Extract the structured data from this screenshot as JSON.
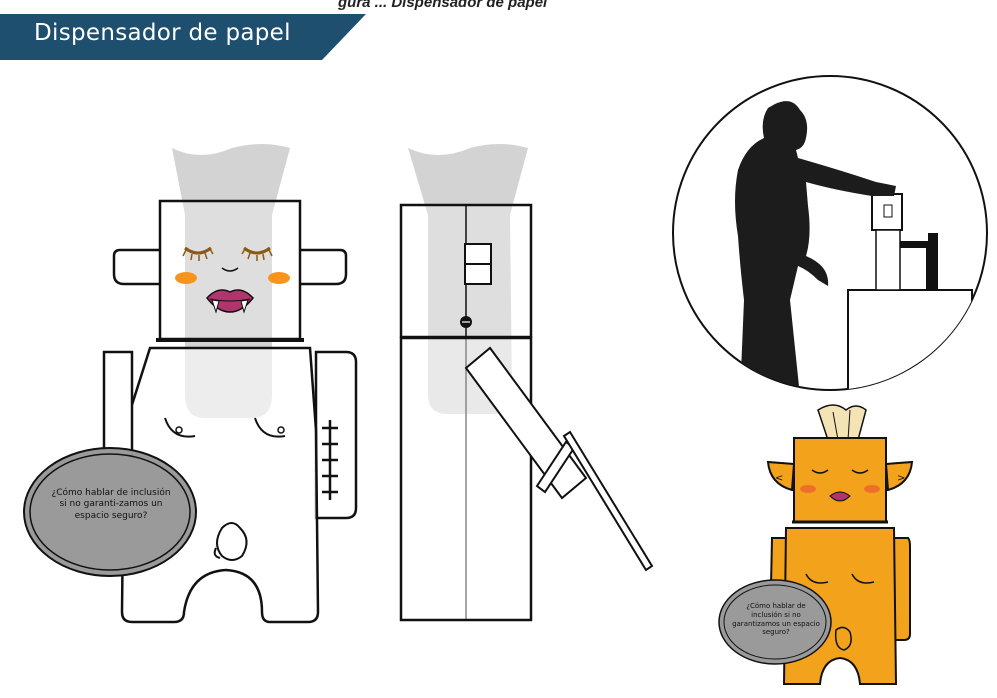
{
  "page": {
    "caption": "gura ... Dispensador de papel",
    "title": "Dispensador de papel",
    "speech_bubble_large": "¿Cómo hablar de inclusión si no garanti-zamos un espacio seguro?",
    "speech_bubble_small": "¿Cómo hablar de inclusión si no garantizamos un espacio seguro?"
  },
  "colors": {
    "banner": "#1e4f6f",
    "outline": "#111111",
    "paper_ghost": "#d3d3d3",
    "bubble": "#9a9a9a",
    "mascot_body": "#f3a21b",
    "blush": "#f7941d",
    "lips": "#b0356e",
    "eyelashes": "#8a5a14"
  },
  "icons": {
    "person_silhouette": "person-at-dispenser-icon",
    "paper_tissue": "tissue-paper-icon"
  }
}
